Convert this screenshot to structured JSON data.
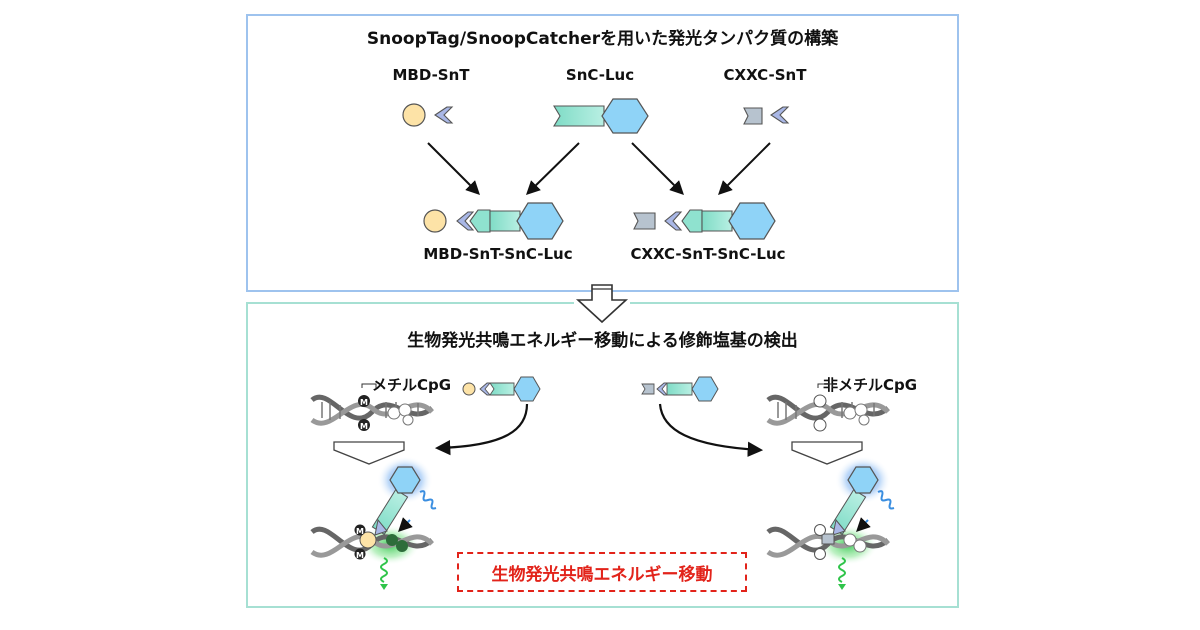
{
  "top_panel": {
    "title": "SnoopTag/SnoopCatcherを用いた発光タンパク質の構築",
    "labels": {
      "mbd_snt": "MBD-SnT",
      "snc_luc": "SnC-Luc",
      "cxxc_snt": "CXXC-SnT",
      "mbd_product": "MBD-SnT-SnC-Luc",
      "cxxc_product": "CXXC-SnT-SnC-Luc"
    }
  },
  "bottom_panel": {
    "title": "生物発光共鳴エネルギー移動による修飾塩基の検出",
    "labels": {
      "methyl": "メチルCpG",
      "non_methyl": "非メチルCpG",
      "methyl_marker": "M"
    },
    "fret_box": "生物発光共鳴エネルギー移動"
  },
  "colors": {
    "top_border": "#9ec3ee",
    "bottom_border": "#a6e0d3",
    "mbd_circle": "#fde3a7",
    "snoop_tag": "#a9b7e6",
    "snoop_catcher": "#8fe2cf",
    "luciferase": "#8fd3f7",
    "cxxc": "#b7c3cf",
    "fret_text": "#e2231a",
    "blue_light": "#3a8ee0",
    "green_light": "#2fc44a"
  }
}
